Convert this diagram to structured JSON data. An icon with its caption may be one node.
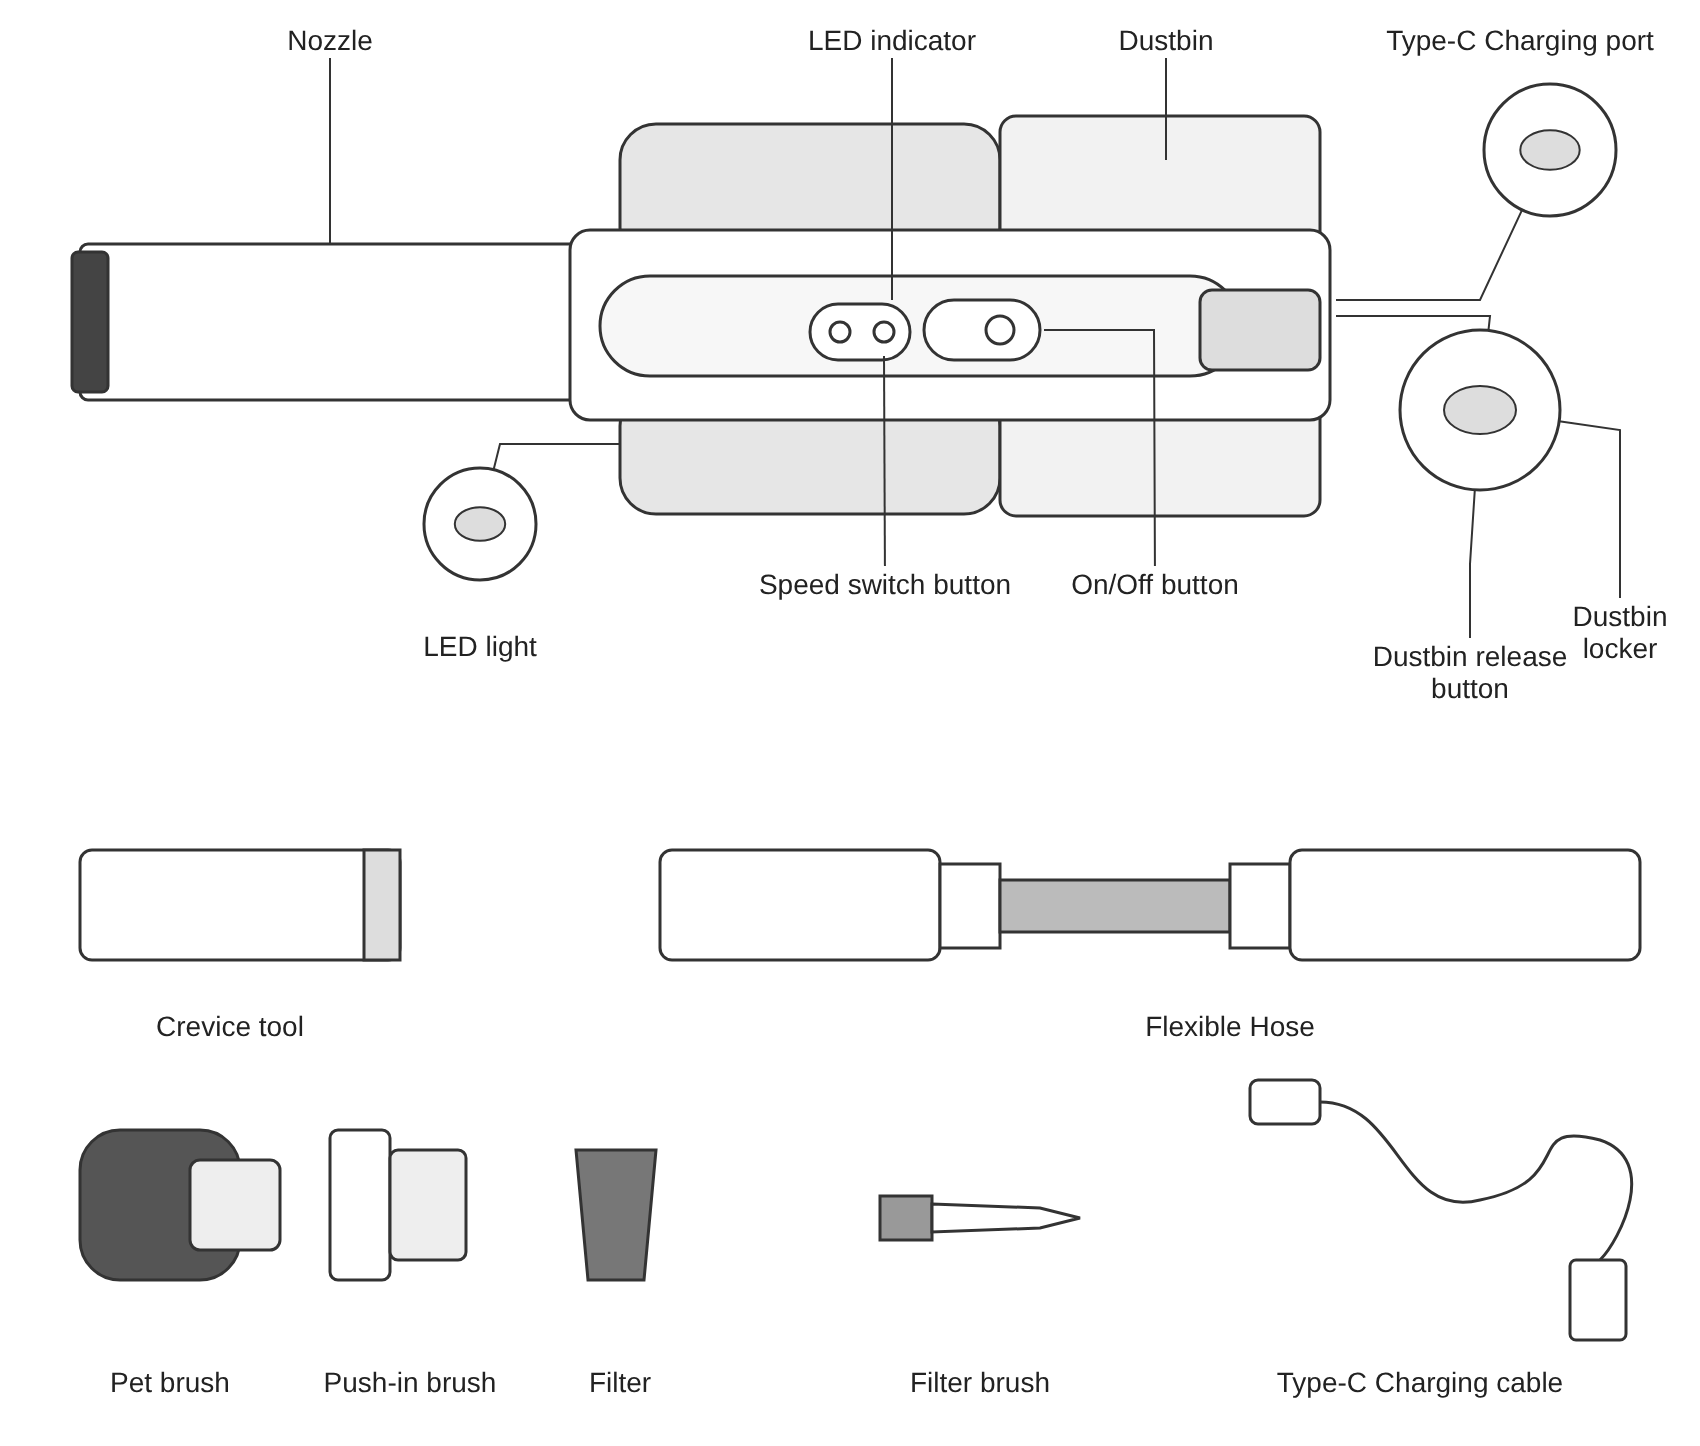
{
  "diagram": {
    "nodes": [
      {
        "text": [
          "Nozzle"
        ]
      },
      {
        "text": [
          "LED indicator"
        ]
      },
      {
        "text": [
          "Dustbin"
        ]
      },
      {
        "text": [
          "Type-C Charging port"
        ]
      },
      {
        "text": [
          "Speed switch button"
        ]
      },
      {
        "text": [
          "On/Off button"
        ]
      },
      {
        "text": [
          "LED light"
        ]
      },
      {
        "text": [
          "Dustbin release button"
        ]
      },
      {
        "text": [
          "Dustbin locker"
        ]
      },
      {
        "text": [],
        "shape": "picture"
      }
    ],
    "edges": [
      {
        "from": 0,
        "to": null,
        "arrow": "none"
      },
      {
        "from": 1,
        "to": null,
        "arrow": "none"
      },
      {
        "from": 2,
        "to": null,
        "arrow": "none"
      },
      {
        "from": 3,
        "to": null,
        "arrow": "none"
      },
      {
        "from": 4,
        "to": null,
        "arrow": "none"
      },
      {
        "from": 5,
        "to": null,
        "arrow": "none"
      },
      {
        "from": 6,
        "to": null,
        "arrow": "none"
      },
      {
        "from": 9,
        "to": null,
        "arrow": "none"
      },
      {
        "from": 7,
        "to": 9,
        "arrow": "none"
      },
      {
        "from": 8,
        "to": 9,
        "arrow": "none"
      }
    ],
    "labels": [
      "Crevice tool",
      "Flexible Hose",
      "Pet brush",
      "Push-in brush",
      "Filter",
      "Filter brush",
      "Type-C Charging cable"
    ]
  }
}
